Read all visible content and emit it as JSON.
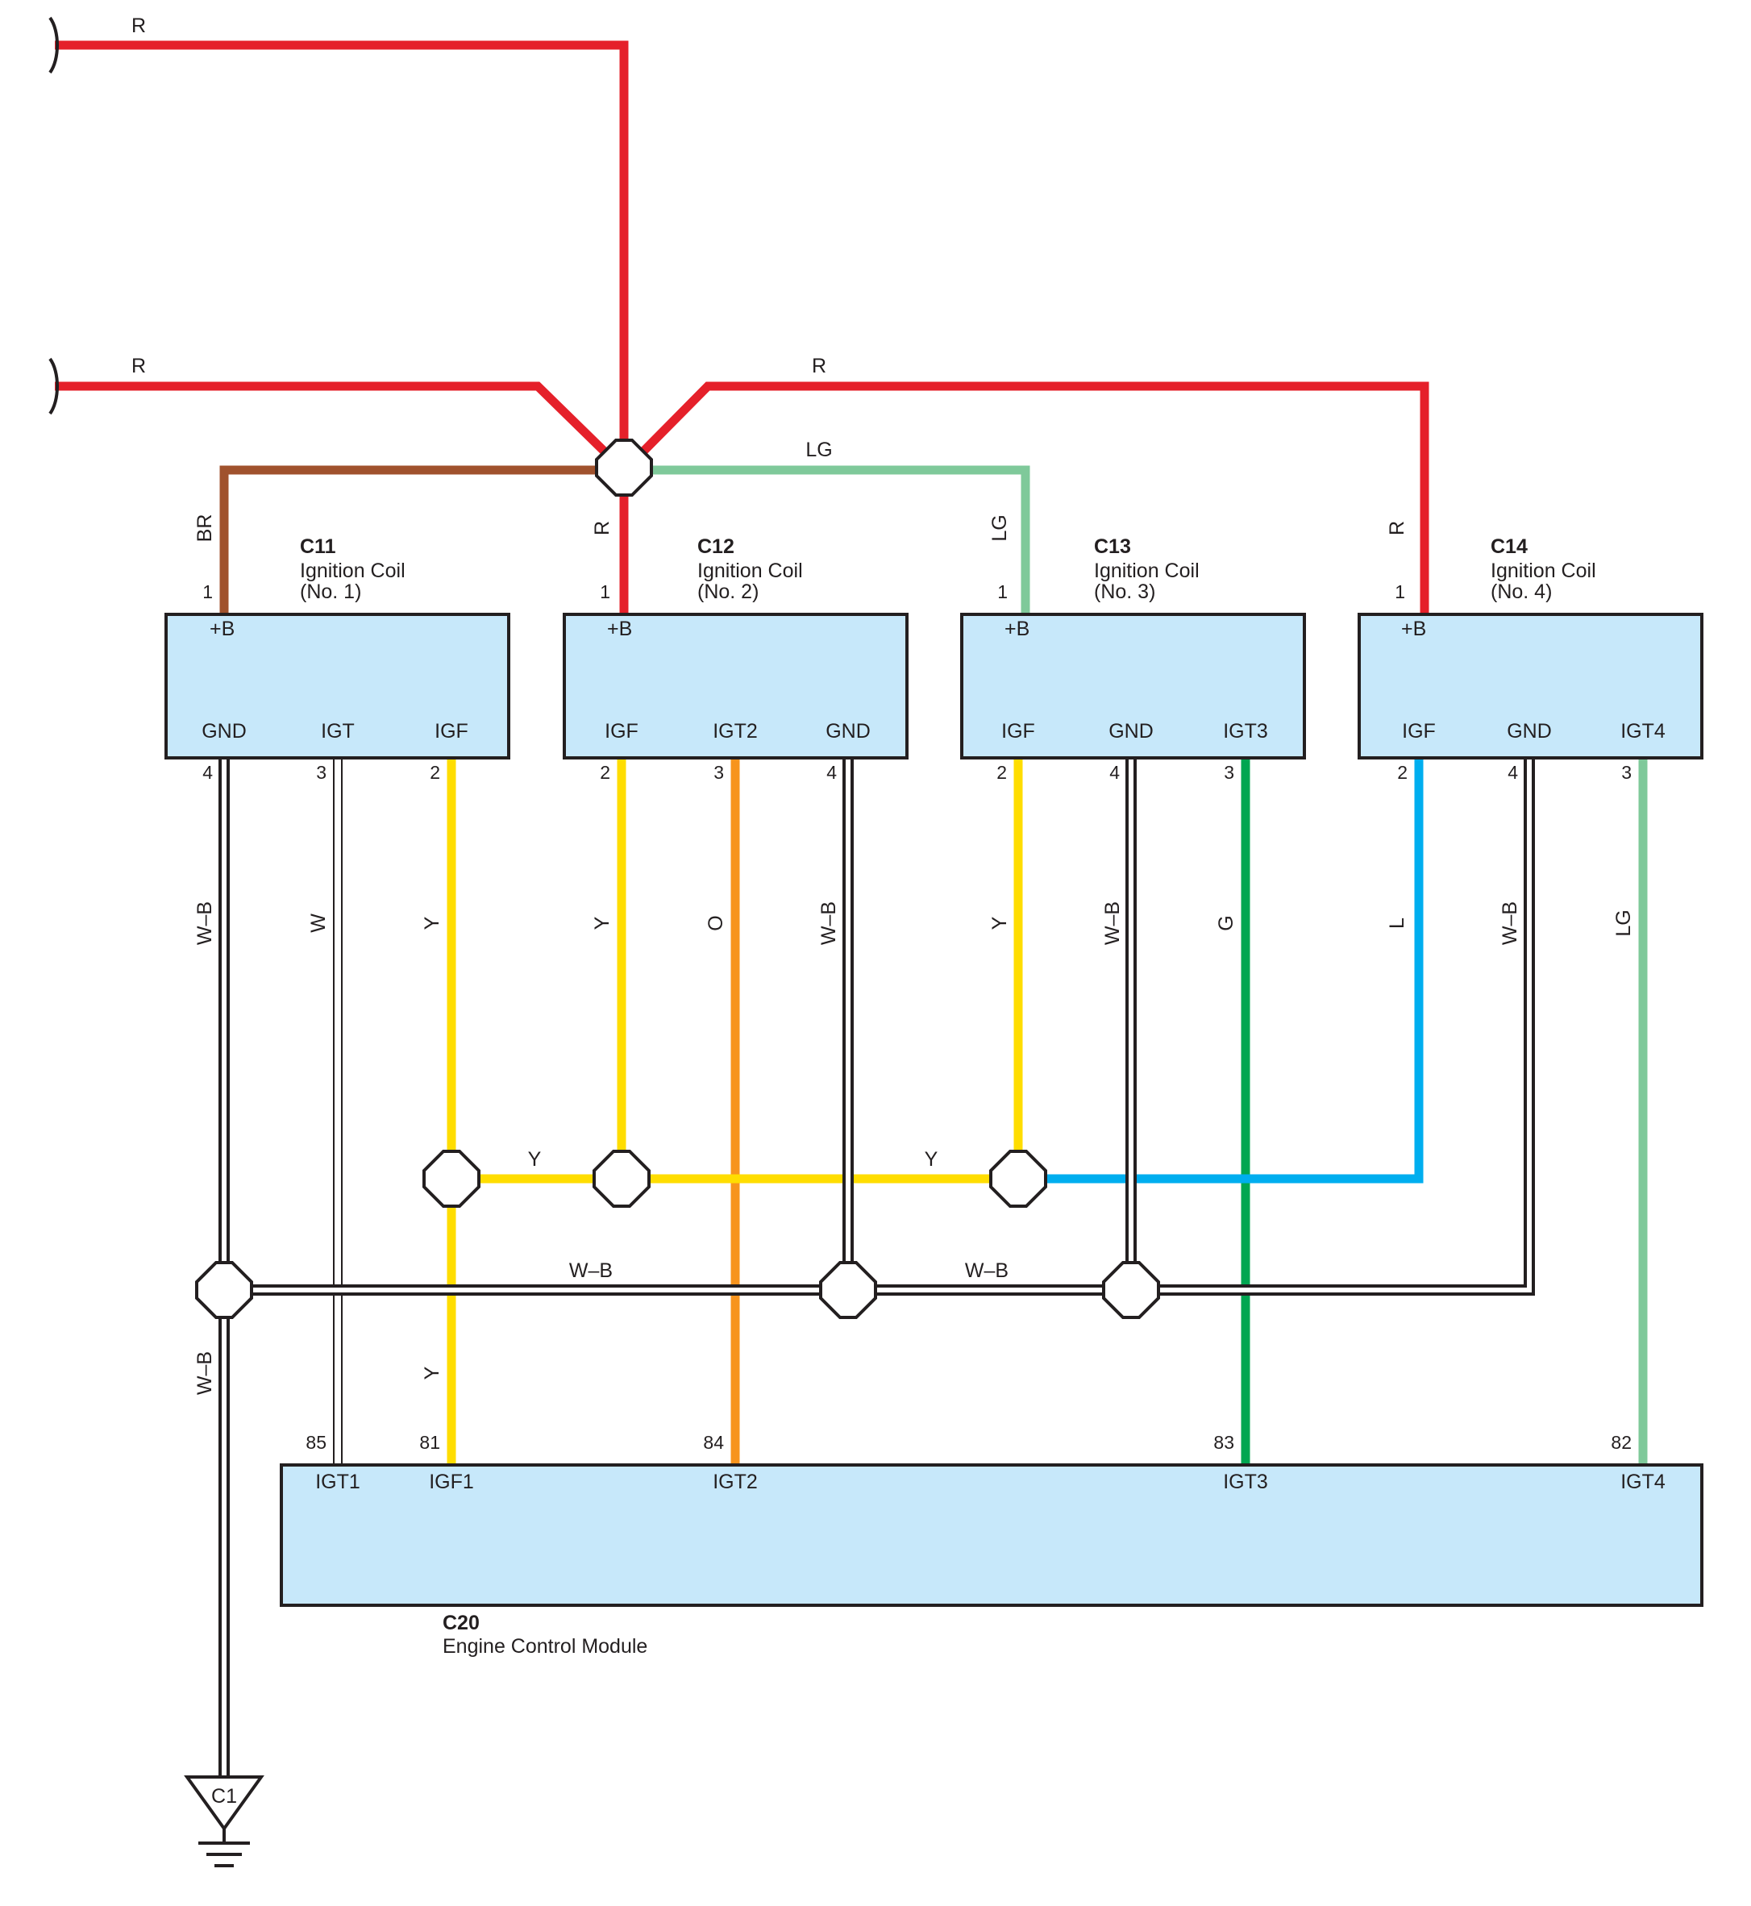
{
  "colors": {
    "R": "#e5202a",
    "BR": "#a0522d",
    "LG": "#7fc99a",
    "Y": "#ffdd00",
    "O": "#f7941d",
    "G": "#00a651",
    "L": "#00aeef",
    "W": "#ffffff",
    "WB": "#231f20",
    "module_fill": "#c7e8fa"
  },
  "wire_labels": {
    "r_top": "R",
    "r_mid_left": "R",
    "r_mid_right": "R",
    "lg_horizontal": "LG",
    "br_c11": "BR",
    "r_c12": "R",
    "lg_c13": "LG",
    "r_c14": "R",
    "c11_gnd": "W–B",
    "c11_igt": "W",
    "c11_igf": "Y",
    "c12_igf": "Y",
    "c12_igt2": "O",
    "c12_gnd": "W–B",
    "c13_igf": "Y",
    "c13_gnd": "W–B",
    "c13_igt3": "G",
    "c14_igf": "L",
    "c14_gnd": "W–B",
    "c14_igt4": "LG",
    "y_bus_left": "Y",
    "y_bus_right": "Y",
    "gnd_bus_left": "W–B",
    "gnd_bus_right": "W–B",
    "igf1_lower": "Y",
    "ground_lower": "W–B"
  },
  "connectors": {
    "c11": {
      "id": "C11",
      "name": "Ignition Coil",
      "sub": "(No. 1)",
      "bplus": "+B",
      "pin_bplus": "1",
      "terminals": [
        "GND",
        "IGT",
        "IGF"
      ],
      "pins": [
        "4",
        "3",
        "2"
      ]
    },
    "c12": {
      "id": "C12",
      "name": "Ignition Coil",
      "sub": "(No. 2)",
      "bplus": "+B",
      "pin_bplus": "1",
      "terminals": [
        "IGF",
        "IGT2",
        "GND"
      ],
      "pins": [
        "2",
        "3",
        "4"
      ]
    },
    "c13": {
      "id": "C13",
      "name": "Ignition Coil",
      "sub": "(No. 3)",
      "bplus": "+B",
      "pin_bplus": "1",
      "terminals": [
        "IGF",
        "GND",
        "IGT3"
      ],
      "pins": [
        "2",
        "4",
        "3"
      ]
    },
    "c14": {
      "id": "C14",
      "name": "Ignition Coil",
      "sub": "(No. 4)",
      "bplus": "+B",
      "pin_bplus": "1",
      "terminals": [
        "IGF",
        "GND",
        "IGT4"
      ],
      "pins": [
        "2",
        "4",
        "3"
      ]
    },
    "c20": {
      "id": "C20",
      "name": "Engine Control Module",
      "terminals": [
        "IGT1",
        "IGF1",
        "IGT2",
        "IGT3",
        "IGT4"
      ],
      "pins": [
        "85",
        "81",
        "84",
        "83",
        "82"
      ]
    }
  },
  "ground": {
    "label": "C1"
  }
}
